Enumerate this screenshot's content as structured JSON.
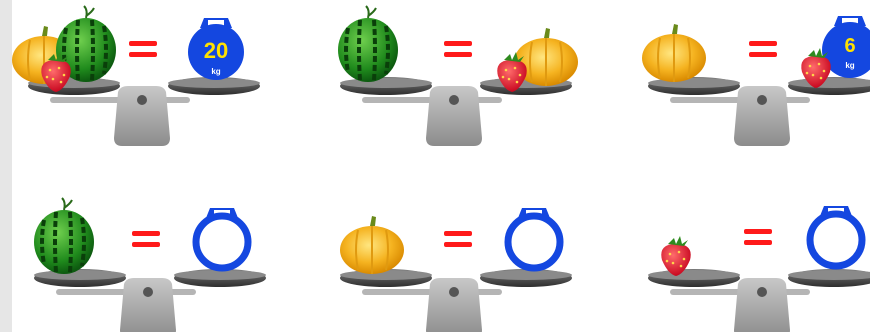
{
  "puzzle": {
    "equals_sign": "=",
    "weight_unit": "kg",
    "rows": [
      [
        {
          "left": [
            "pumpkin",
            "watermelon",
            "strawberry"
          ],
          "right_weight": "20"
        },
        {
          "left": [
            "watermelon"
          ],
          "right_items": [
            "pumpkin",
            "strawberry"
          ]
        },
        {
          "left": [
            "pumpkin"
          ],
          "right_items": [
            "strawberry"
          ],
          "right_weight": "6"
        }
      ],
      [
        {
          "left": [
            "watermelon"
          ],
          "right_weight": ""
        },
        {
          "left": [
            "pumpkin"
          ],
          "right_weight": ""
        },
        {
          "left": [
            "strawberry"
          ],
          "right_weight": ""
        }
      ]
    ]
  },
  "colors": {
    "weight_blue": "#1447e0",
    "weight_text": "#ffe100",
    "equals_red": "#ff1a1a",
    "stand_gray": "#9a9a9a",
    "pan_dark": "#4a4a4a"
  }
}
